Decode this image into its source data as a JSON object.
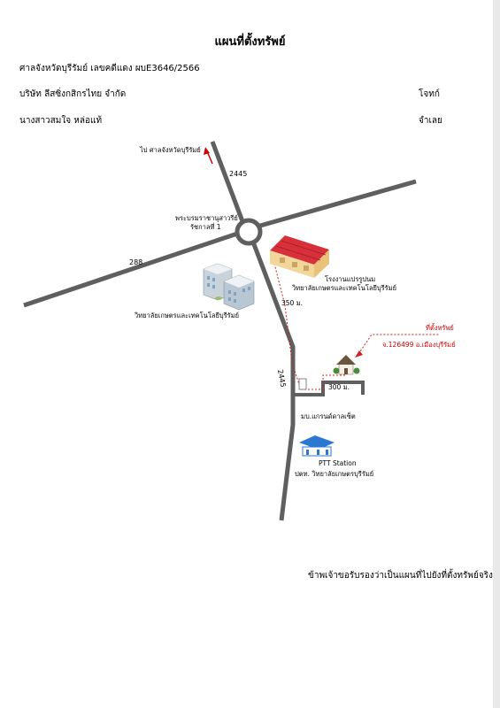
{
  "header": {
    "title": "แผนที่ตั้งทรัพย์",
    "court_line": "ศาลจังหวัดบุรีรัมย์ เลขคดีแดง ผบE3646/2566",
    "plaintiff": "บริษัท ลีสซิ่งกสิกรไทย จำกัด",
    "plaintiff_role": "โจทก์",
    "defendant": "นางสาวสมใจ หล่อแท้",
    "defendant_role": "จำเลย"
  },
  "map": {
    "top_label": "ไป ศาลจังหวัดบุรีรัมย์",
    "road_2445_top": "2445",
    "road_2445_mid": "2445",
    "road_288": "288",
    "monument_line1": "พระบรมราชานุสาวรีย์",
    "monument_line2": "รัชกาลที่ 1",
    "factory_line1": "โรงงานแปรรูปนม",
    "factory_line2": "วิทยาลัยเกษตรและเทคโนโลยีบุรีรัมย์",
    "college_label": "วิทยาลัยเกษตรและเทคโนโลยีบุรีรัมย์",
    "dist_350": "350 ม.",
    "dist_300": "300 ม.",
    "property_label": "ที่ตั้งทรัพย์",
    "deed_label": "จ.126499 อ.เมืองบุรีรัมย์",
    "alley_label": "มบ.แกรนด์ดาลเซ็ต",
    "ptt_line1": "PTT Station",
    "ptt_line2": "ปตท. วิทยาลัยเกษตรบุรีรัมย์"
  },
  "footer": {
    "certify": "ข้าพเจ้าขอรับรองว่าเป็นแผนที่ไปยังที่ตั้งทรัพย์จริง"
  },
  "colors": {
    "road": "#5f5f5f",
    "route": "#d42020",
    "factory_roof": "#d8303a",
    "factory_wall": "#f3d79a",
    "building": "#b9c7d3",
    "house_roof": "#6a5540",
    "ptt_blue": "#2b78d0"
  }
}
